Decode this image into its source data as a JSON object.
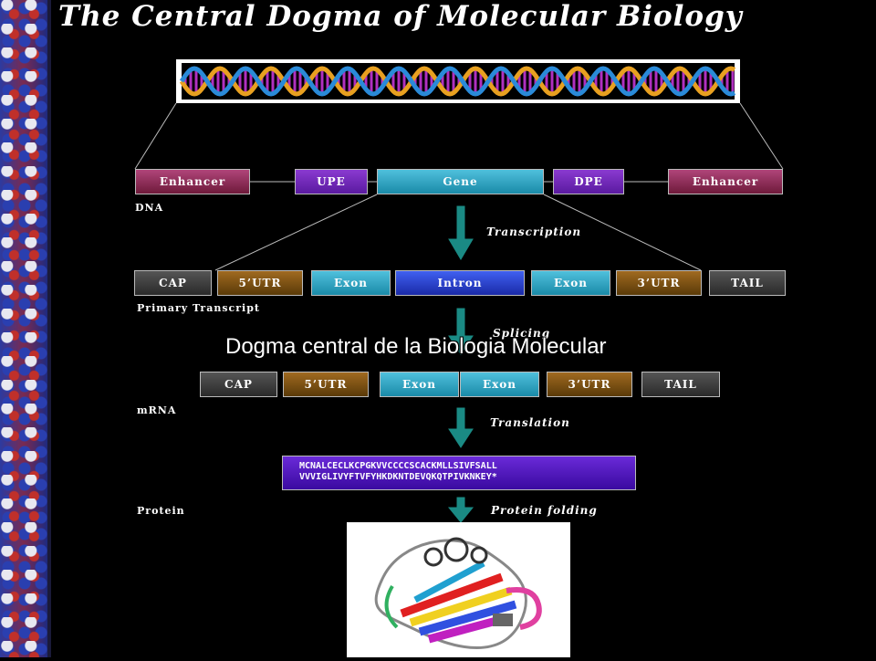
{
  "title": "The Central Dogma of Molecular Biology",
  "overlay_caption": "Dogma central de la Biologia Molecular",
  "dna_row": {
    "label": "DNA",
    "boxes": [
      "Enhancer",
      "UPE",
      "Gene",
      "DPE",
      "Enhancer"
    ]
  },
  "primary_row": {
    "label": "Primary Transcript",
    "boxes": [
      "CAP",
      "5’UTR",
      "Exon",
      "Intron",
      "Exon",
      "3’UTR",
      "TAIL"
    ]
  },
  "mrna_row": {
    "label": "mRNA",
    "boxes": [
      "CAP",
      "5’UTR",
      "Exon",
      "Exon",
      "3’UTR",
      "TAIL"
    ]
  },
  "steps": {
    "transcription": "Transcription",
    "splicing": "Splicing",
    "translation": "Translation",
    "folding": "Protein folding"
  },
  "protein": {
    "label": "Protein",
    "sequence_line1": "MCNALCECLKCPGKVVCCCCSCACKMLLSIVFSALL",
    "sequence_line2": "VVVIGLIVYFTVFYHKDKNTDEVQKQTPIVKNKEY*"
  },
  "colors": {
    "arrow": "#1a8a84",
    "background": "#000000"
  }
}
